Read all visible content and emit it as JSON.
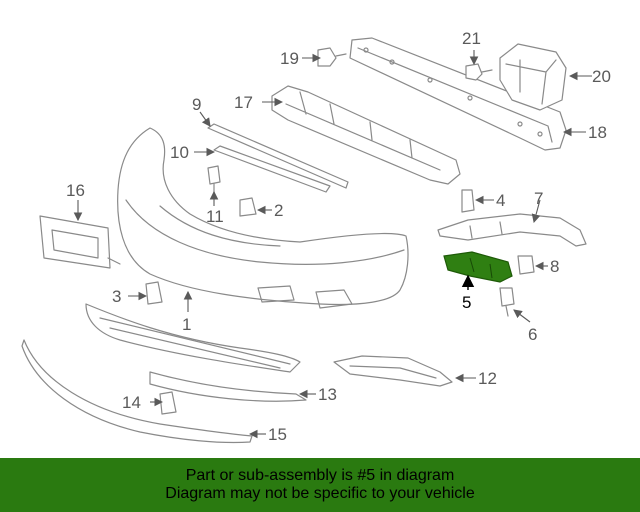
{
  "callouts": [
    "19",
    "21",
    "20",
    "9",
    "17",
    "18",
    "10",
    "16",
    "11",
    "2",
    "4",
    "7",
    "8",
    "3",
    "1",
    "5",
    "6",
    "12",
    "14",
    "13",
    "15"
  ],
  "highlighted_part": "5",
  "colors": {
    "banner_bg": "#2a7a10",
    "highlight_part": "#2f7f12",
    "line_art": "#8a8a8a"
  },
  "banner": {
    "line1": "Part or sub-assembly is #5 in diagram",
    "line2": "Diagram may not be specific to your vehicle"
  }
}
